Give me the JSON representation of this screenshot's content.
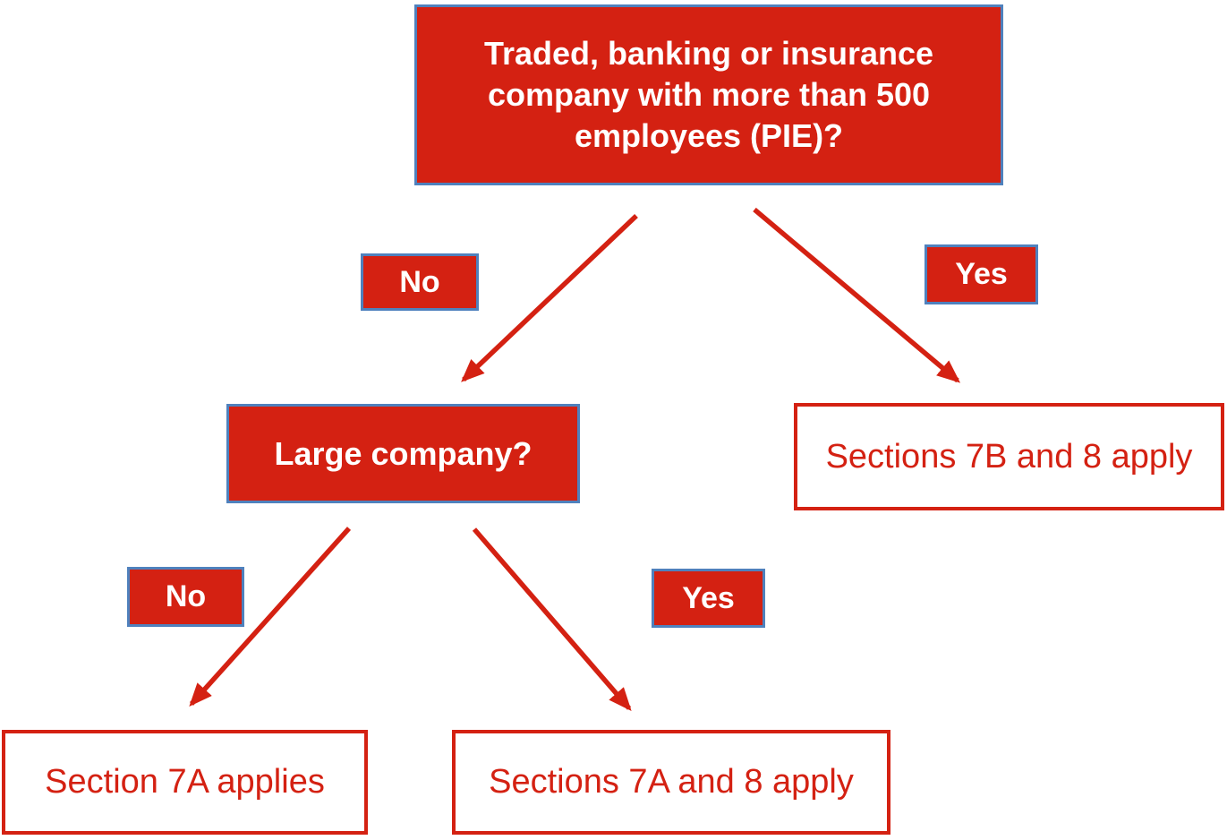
{
  "diagram": {
    "title_hint": "PIE audit-requirement decision tree",
    "root": {
      "question": "Traded, banking or insurance company with more than 500 employees (PIE)?"
    },
    "second": {
      "question": "Large company?"
    },
    "edges": {
      "root_no": "No",
      "root_yes": "Yes",
      "large_no": "No",
      "large_yes": "Yes"
    },
    "outcomes": {
      "pie": "Sections 7B and 8 apply",
      "small": "Section 7A applies",
      "large": "Sections 7A and 8 apply"
    }
  },
  "colors": {
    "node_fill": "#d42112",
    "node_border": "#4f81bd",
    "node_text": "#ffffff",
    "outcome_border": "#d42112",
    "outcome_text": "#d42112",
    "arrow": "#d42112",
    "background": "#ffffff"
  }
}
